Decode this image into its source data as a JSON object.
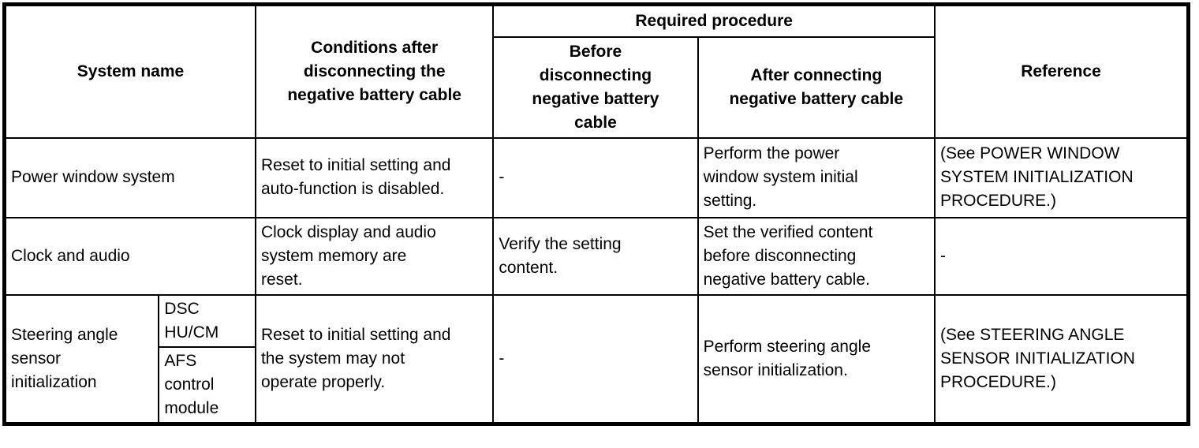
{
  "colors": {
    "background": "#ffffff",
    "border": "#000000",
    "text": "#000000"
  },
  "table": {
    "headers": {
      "system_name": "System name",
      "conditions": "Conditions after\ndisconnecting the\nnegative battery cable",
      "required_procedure": "Required procedure",
      "before": "Before\ndisconnecting\nnegative battery\ncable",
      "after": "After connecting\nnegative battery cable",
      "reference": "Reference"
    },
    "rows": [
      {
        "system": "Power window system",
        "conditions": "Reset to initial setting and\nauto-function is disabled.",
        "before": "-",
        "after": "Perform the power\nwindow system initial\nsetting.",
        "reference": "(See POWER WINDOW\nSYSTEM INITIALIZATION\nPROCEDURE.)"
      },
      {
        "system": "Clock and audio",
        "conditions": "Clock display and audio\nsystem memory are\nreset.",
        "before": "Verify the setting\ncontent.",
        "after": "Set the verified content\nbefore disconnecting\nnegative battery cable.",
        "reference": "-"
      },
      {
        "system": "Steering angle\nsensor\ninitialization",
        "sub_systems": [
          "DSC\nHU/CM",
          "AFS\ncontrol\nmodule"
        ],
        "conditions": "Reset to initial setting and\nthe system may not\noperate properly.",
        "before": "-",
        "after": "Perform steering angle\nsensor initialization.",
        "reference": "(See STEERING ANGLE\nSENSOR INITIALIZATION\nPROCEDURE.)"
      }
    ]
  }
}
